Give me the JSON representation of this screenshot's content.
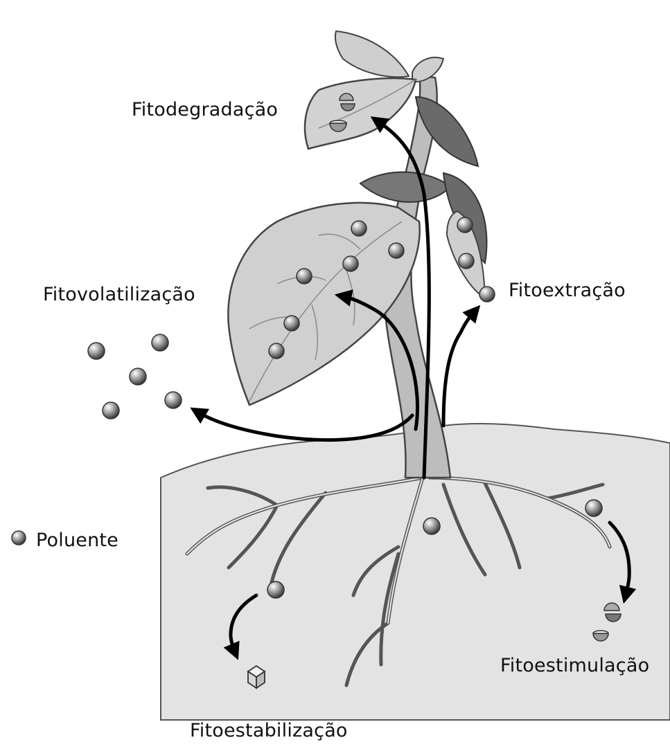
{
  "labels": {
    "fitodegradacao": "Fitodegradação",
    "fitovolatilizacao": "Fitovolatilização",
    "fitoextracao": "Fitoextração",
    "poluente": "Poluente",
    "fitoestimulacao": "Fitoestimulação",
    "fitoestabilizacao": "Fitoestabilização"
  },
  "colors": {
    "soil": "#e3e3e3",
    "leaf": "#cfcfcf",
    "leaf_dark": "#6a6a6a",
    "stem": "#bdbdbd",
    "outline": "#444444",
    "arrow": "#000000",
    "pollutant": "#8e8e8e"
  }
}
